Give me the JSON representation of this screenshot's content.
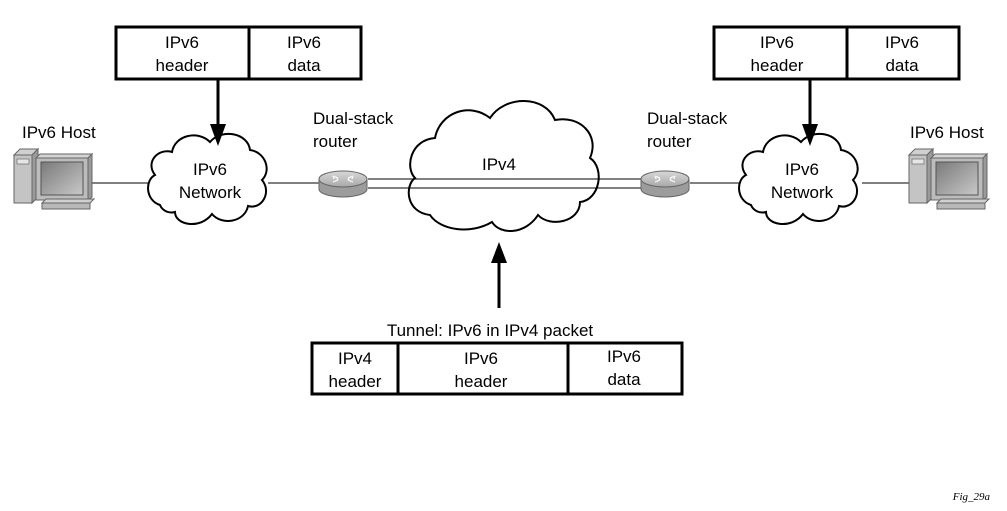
{
  "figure_id": "Fig_29a",
  "left_packet": {
    "cells": [
      {
        "line1": "IPv6",
        "line2": "header"
      },
      {
        "line1": "IPv6",
        "line2": "data"
      }
    ]
  },
  "right_packet": {
    "cells": [
      {
        "line1": "IPv6",
        "line2": "header"
      },
      {
        "line1": "IPv6",
        "line2": "data"
      }
    ]
  },
  "left_host": {
    "label": "IPv6 Host",
    "icon": "computer-icon"
  },
  "right_host": {
    "label": "IPv6 Host",
    "icon": "computer-icon"
  },
  "left_network": {
    "line1": "IPv6",
    "line2": "Network",
    "icon": "cloud-icon"
  },
  "right_network": {
    "line1": "IPv6",
    "line2": "Network",
    "icon": "cloud-icon"
  },
  "left_router": {
    "line1": "Dual-stack",
    "line2": "router",
    "icon": "router-icon"
  },
  "right_router": {
    "line1": "Dual-stack",
    "line2": "router",
    "icon": "router-icon"
  },
  "core_network": {
    "label": "IPv4",
    "icon": "cloud-icon"
  },
  "tunnel_packet": {
    "title": "Tunnel: IPv6 in IPv4 packet",
    "cells": [
      {
        "line1": "IPv4",
        "line2": "header"
      },
      {
        "line1": "IPv6",
        "line2": "header"
      },
      {
        "line1": "IPv6",
        "line2": "data"
      }
    ]
  }
}
